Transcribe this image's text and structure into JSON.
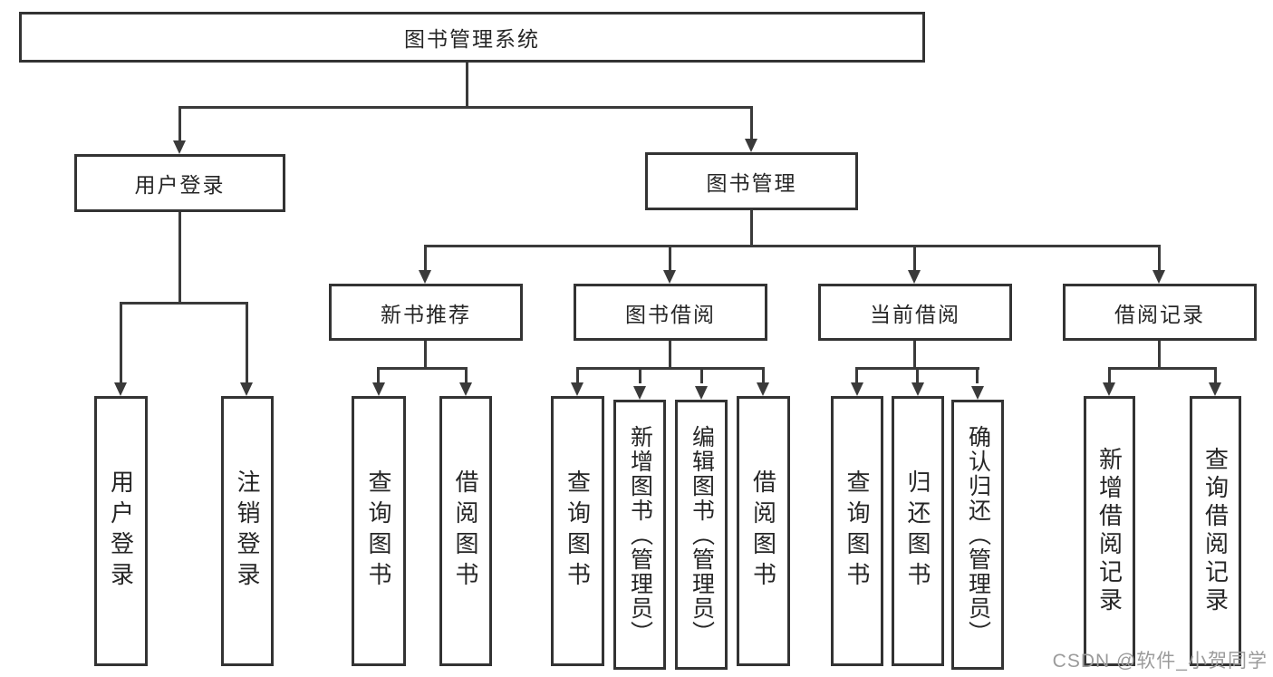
{
  "tree": {
    "root": {
      "label": "图书管理系统"
    },
    "branches": [
      {
        "label": "用户登录",
        "children": [
          {
            "label": "用户登录"
          },
          {
            "label": "注销登录"
          }
        ]
      },
      {
        "label": "图书管理",
        "children": [
          {
            "label": "新书推荐",
            "children": [
              {
                "label": "查询图书"
              },
              {
                "label": "借阅图书"
              }
            ]
          },
          {
            "label": "图书借阅",
            "children": [
              {
                "label": "查询图书"
              },
              {
                "label": "新增图书（管理员）"
              },
              {
                "label": "编辑图书（管理员）"
              },
              {
                "label": "借阅图书"
              }
            ]
          },
          {
            "label": "当前借阅",
            "children": [
              {
                "label": "查询图书"
              },
              {
                "label": "归还图书"
              },
              {
                "label": "确认归还（管理员）"
              }
            ]
          },
          {
            "label": "借阅记录",
            "children": [
              {
                "label": "新增借阅记录"
              },
              {
                "label": "查询借阅记录"
              }
            ]
          }
        ]
      }
    ]
  },
  "watermark": {
    "text": "CSDN @软件_小贺同学",
    "color": "#9b9b9b"
  },
  "style": {
    "line_color": "#3a3a3a",
    "box_border_color": "#333333",
    "text_color": "#262626",
    "background": "#ffffff"
  }
}
